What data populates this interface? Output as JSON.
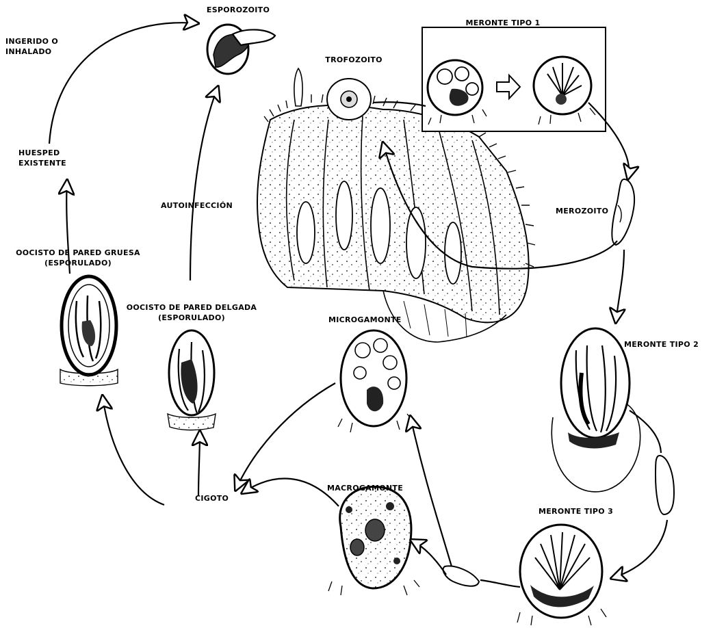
{
  "labels": {
    "esporozoito": "ESPOROZOITO",
    "ingerido": "INGERIDO O\nINHALADO",
    "huesped": "HUESPED\nEXISTENTE",
    "trofozoito": "TROFOZOITO",
    "meronte1": "MERONTE TIPO 1",
    "merozoito": "MEROZOITO",
    "autoinfeccion": "AUTOINFECCIÓN",
    "ooquisteGruesa": "OOCISTO DE PARED GRUESA\n(ESPORULADO)",
    "ooquisteDelgada": "OOCISTO DE PARED DELGADA\n(ESPORULADO)",
    "microgamonte": "MICROGAMONTE",
    "meronte2": "MERONTE TIPO 2",
    "macrogamonte": "MACROGAMONTE",
    "cigoto": "CIGOTO",
    "meronte3": "MERONTE TIPO 3"
  }
}
